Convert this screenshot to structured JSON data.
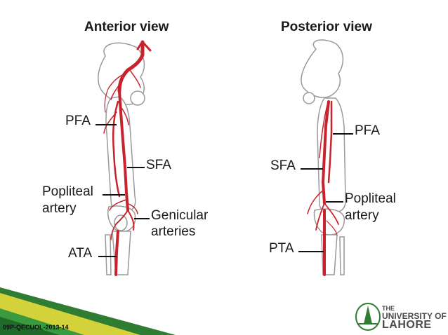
{
  "titles": {
    "anterior": "Anterior view",
    "posterior": "Posterior view"
  },
  "anterior_labels": {
    "pfa": "PFA",
    "sfa": "SFA",
    "popliteal_1": "Popliteal",
    "popliteal_2": "artery",
    "genicular_1": "Genicular",
    "genicular_2": "arteries",
    "ata": "ATA"
  },
  "posterior_labels": {
    "pfa": "PFA",
    "sfa": "SFA",
    "popliteal_1": "Popliteal",
    "popliteal_2": "artery",
    "pta": "PTA"
  },
  "footer": {
    "code": "09P-QECUOL-2013-14"
  },
  "logo": {
    "the": "THE",
    "university_of": "UNIVERSITY OF",
    "lahore": "LAHORE"
  },
  "colors": {
    "artery": "#c8232c",
    "bone_outline": "#8a8a8a",
    "accent_green": "#2e7d32",
    "accent_yellow": "#d4d23a"
  }
}
